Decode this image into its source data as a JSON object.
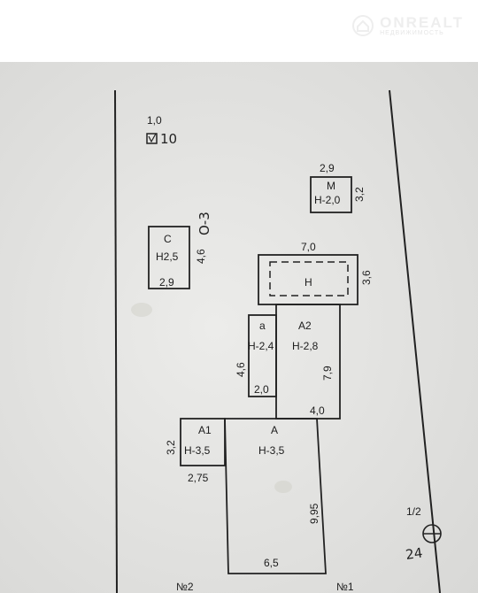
{
  "watermark": {
    "brand": "ONREALT",
    "tagline": "НЕДВИЖИМОСТЬ",
    "logo_icon": "house-logo-icon"
  },
  "plan": {
    "small_object": {
      "size": "1,0",
      "handwritten": "10"
    },
    "building_c": {
      "name": "С",
      "height": "Н2,5",
      "width": "2,9",
      "length": "4,6",
      "handwritten": "О-3"
    },
    "building_m": {
      "name": "М",
      "height": "Н-2,0",
      "width": "2,9",
      "length": "3,2"
    },
    "building_n": {
      "name": "Н",
      "width": "7,0",
      "length": "3,6"
    },
    "building_a2": {
      "name": "А2",
      "height": "Н-2,8",
      "width": "4,0",
      "length": "7,9"
    },
    "building_a_small": {
      "name": "а",
      "height": "Н-2,4",
      "width": "2,0",
      "length": "4,6"
    },
    "building_a1": {
      "name": "А1",
      "height": "Н-3,5",
      "width": "2,75",
      "length": "3,2"
    },
    "building_a": {
      "name": "А",
      "height": "Н-3,5",
      "width": "6,5",
      "length": "9,95"
    },
    "marker": {
      "fraction": "1/2",
      "handwritten": "24"
    },
    "boundaries": {
      "left_label": "№2",
      "right_label": "№1"
    }
  },
  "colors": {
    "paper": "#e7e7e5",
    "ink": "#1c1c1c"
  }
}
